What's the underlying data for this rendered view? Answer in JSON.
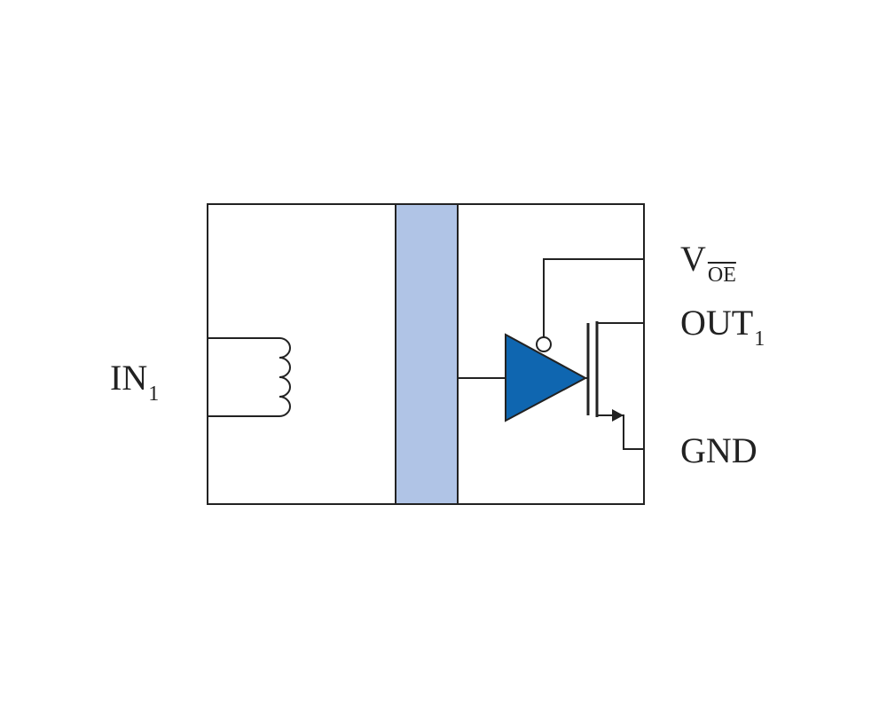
{
  "labels": {
    "input": {
      "main": "IN",
      "sub": "1"
    },
    "voe": {
      "main": "V",
      "sub": "OE"
    },
    "output": {
      "main": "OUT",
      "sub": "1"
    },
    "ground": {
      "main": "GND"
    }
  },
  "colors": {
    "outline": "#222222",
    "isolation_barrier": "#B0C4E6",
    "buffer_fill": "#0F66B0",
    "background": "#FFFFFF"
  }
}
